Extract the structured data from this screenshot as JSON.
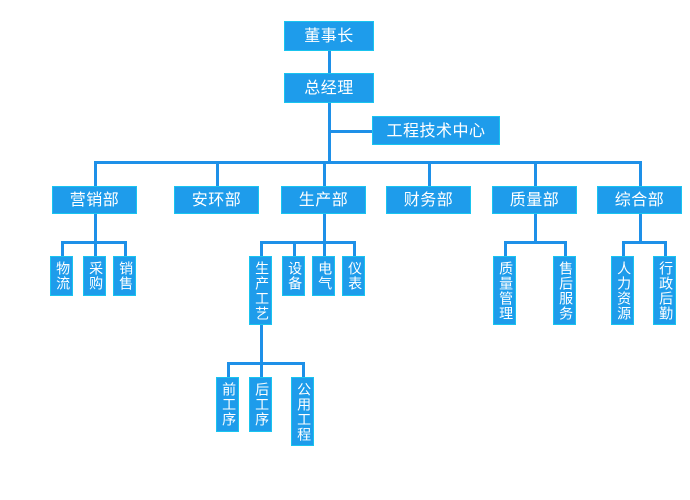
{
  "chart_data": {
    "type": "diagram",
    "title": "",
    "diagram_kind": "organization-chart",
    "orientation": "top-down",
    "colors": {
      "node_fill": "#1e9ceb",
      "node_border": "#19c4ef",
      "node_text": "#ffffff",
      "connector": "#1e90e8",
      "background": "#ffffff"
    },
    "nodes": [
      {
        "id": "chairman",
        "label": "董事长",
        "level": 0,
        "parent": null,
        "text_orientation": "horizontal"
      },
      {
        "id": "gm",
        "label": "总经理",
        "level": 1,
        "parent": "chairman",
        "text_orientation": "horizontal"
      },
      {
        "id": "etc",
        "label": "工程技术中心",
        "level": 2,
        "parent": "gm",
        "text_orientation": "horizontal"
      },
      {
        "id": "marketing",
        "label": "营销部",
        "level": 3,
        "parent": "gm",
        "text_orientation": "horizontal"
      },
      {
        "id": "safety",
        "label": "安环部",
        "level": 3,
        "parent": "gm",
        "text_orientation": "horizontal"
      },
      {
        "id": "production",
        "label": "生产部",
        "level": 3,
        "parent": "gm",
        "text_orientation": "horizontal"
      },
      {
        "id": "finance",
        "label": "财务部",
        "level": 3,
        "parent": "gm",
        "text_orientation": "horizontal"
      },
      {
        "id": "quality",
        "label": "质量部",
        "level": 3,
        "parent": "gm",
        "text_orientation": "horizontal"
      },
      {
        "id": "general",
        "label": "综合部",
        "level": 3,
        "parent": "gm",
        "text_orientation": "horizontal"
      },
      {
        "id": "logistics",
        "label": "物流",
        "level": 4,
        "parent": "marketing",
        "text_orientation": "vertical"
      },
      {
        "id": "purchase",
        "label": "采购",
        "level": 4,
        "parent": "marketing",
        "text_orientation": "vertical"
      },
      {
        "id": "sales",
        "label": "销售",
        "level": 4,
        "parent": "marketing",
        "text_orientation": "vertical"
      },
      {
        "id": "process",
        "label": "生产工艺",
        "level": 4,
        "parent": "production",
        "text_orientation": "vertical"
      },
      {
        "id": "equipment",
        "label": "设备",
        "level": 4,
        "parent": "production",
        "text_orientation": "vertical"
      },
      {
        "id": "electric",
        "label": "电气",
        "level": 4,
        "parent": "production",
        "text_orientation": "vertical"
      },
      {
        "id": "instrument",
        "label": "仪表",
        "level": 4,
        "parent": "production",
        "text_orientation": "vertical"
      },
      {
        "id": "qmgmt",
        "label": "质量管理",
        "level": 4,
        "parent": "quality",
        "text_orientation": "vertical"
      },
      {
        "id": "service",
        "label": "售后服务",
        "level": 4,
        "parent": "quality",
        "text_orientation": "vertical"
      },
      {
        "id": "hr",
        "label": "人力资源",
        "level": 4,
        "parent": "general",
        "text_orientation": "vertical"
      },
      {
        "id": "admin",
        "label": "行政后勤",
        "level": 4,
        "parent": "general",
        "text_orientation": "vertical"
      },
      {
        "id": "preproc",
        "label": "前工序",
        "level": 5,
        "parent": "process",
        "text_orientation": "vertical"
      },
      {
        "id": "postproc",
        "label": "后工序",
        "level": 5,
        "parent": "process",
        "text_orientation": "vertical"
      },
      {
        "id": "utilities",
        "label": "公用工程",
        "level": 5,
        "parent": "process",
        "text_orientation": "vertical"
      }
    ],
    "edges": [
      {
        "from": "chairman",
        "to": "gm"
      },
      {
        "from": "gm",
        "to": "etc"
      },
      {
        "from": "gm",
        "to": "marketing"
      },
      {
        "from": "gm",
        "to": "safety"
      },
      {
        "from": "gm",
        "to": "production"
      },
      {
        "from": "gm",
        "to": "finance"
      },
      {
        "from": "gm",
        "to": "quality"
      },
      {
        "from": "gm",
        "to": "general"
      },
      {
        "from": "marketing",
        "to": "logistics"
      },
      {
        "from": "marketing",
        "to": "purchase"
      },
      {
        "from": "marketing",
        "to": "sales"
      },
      {
        "from": "production",
        "to": "process"
      },
      {
        "from": "production",
        "to": "equipment"
      },
      {
        "from": "production",
        "to": "electric"
      },
      {
        "from": "production",
        "to": "instrument"
      },
      {
        "from": "quality",
        "to": "qmgmt"
      },
      {
        "from": "quality",
        "to": "service"
      },
      {
        "from": "general",
        "to": "hr"
      },
      {
        "from": "general",
        "to": "admin"
      },
      {
        "from": "process",
        "to": "preproc"
      },
      {
        "from": "process",
        "to": "postproc"
      },
      {
        "from": "process",
        "to": "utilities"
      }
    ]
  },
  "org": {
    "chairman": "董事长",
    "gm": "总经理",
    "etc": "工程技术中心",
    "departments": {
      "marketing": "营销部",
      "safety": "安环部",
      "production": "生产部",
      "finance": "财务部",
      "quality": "质量部",
      "general": "综合部"
    },
    "marketing_children": {
      "logistics": "物流",
      "purchase": "采购",
      "sales": "销售"
    },
    "production_children": {
      "process": "生产工艺",
      "equipment": "设备",
      "electric": "电气",
      "instrument": "仪表"
    },
    "quality_children": {
      "qmgmt": "质量管理",
      "service": "售后服务"
    },
    "general_children": {
      "hr": "人力资源",
      "admin": "行政后勤"
    },
    "process_children": {
      "preproc": "前工序",
      "postproc": "后工序",
      "utilities": "公用工程"
    }
  }
}
